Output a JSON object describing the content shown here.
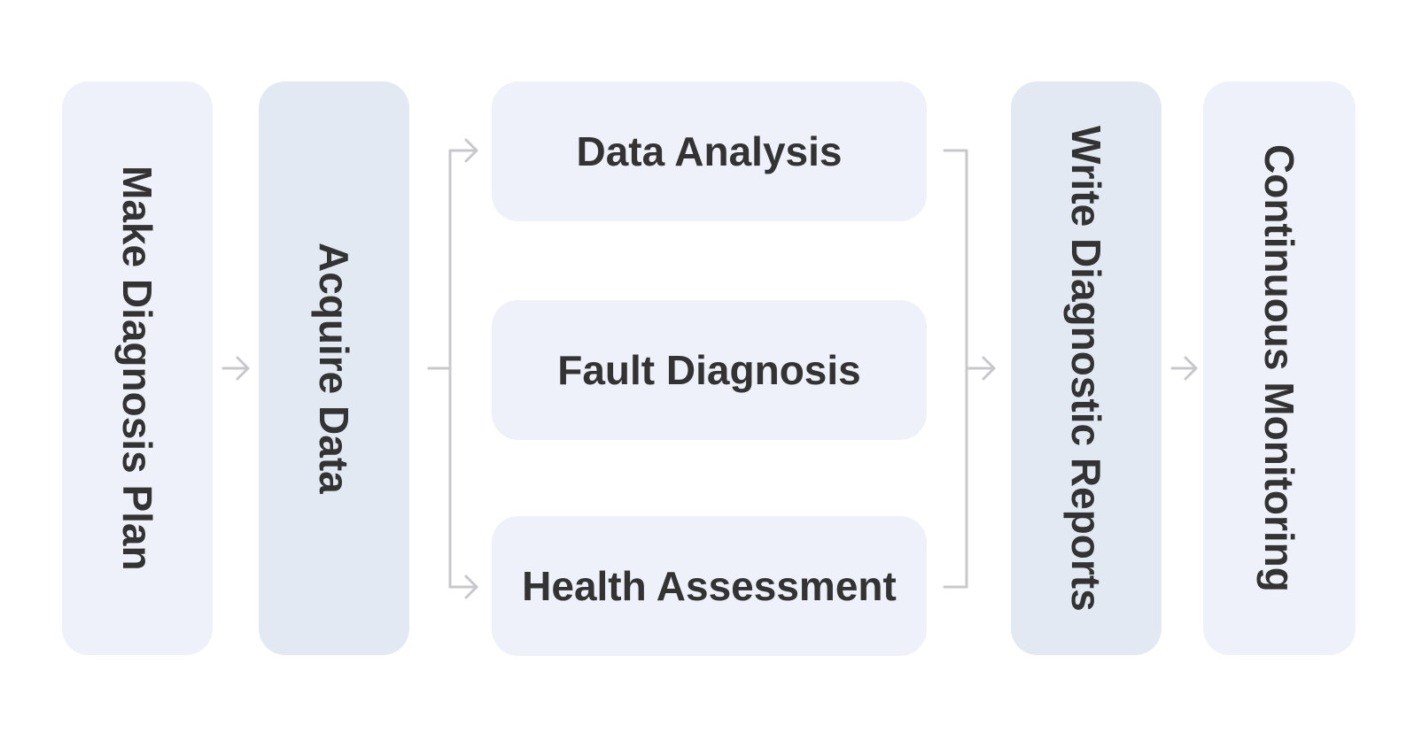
{
  "steps": {
    "plan": "Make Diagnosis Plan",
    "acquire": "Acquire Data",
    "analysis": "Data Analysis",
    "fault": "Fault Diagnosis",
    "health": "Health Assessment",
    "report": "Write Diagnostic Reports",
    "monitor": "Continuous Monitoring"
  },
  "colors": {
    "box_light": "#eef1f9",
    "box_dark": "#e3e9f2",
    "text": "#333333",
    "connector": "#c8c8cc"
  }
}
